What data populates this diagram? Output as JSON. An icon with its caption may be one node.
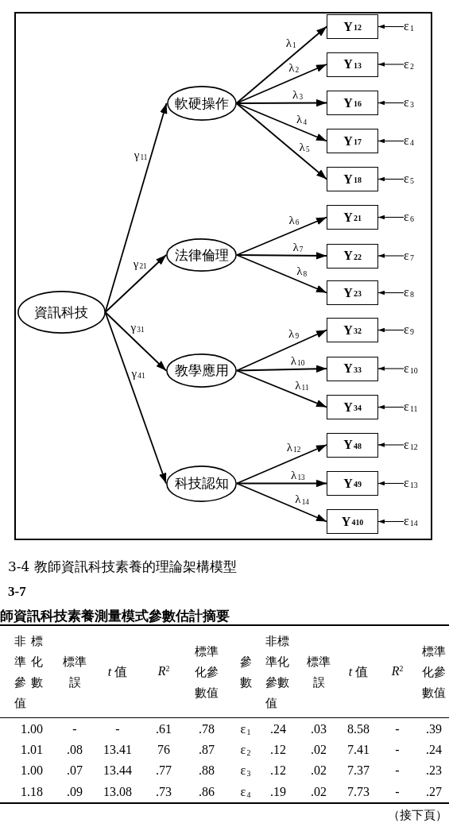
{
  "diagram": {
    "caption": "3-4 教師資訊科技素養的理論架構模型",
    "nodes": [
      {
        "text": [
          "資訊科技"
        ]
      },
      {
        "text": [
          "軟硬操作"
        ]
      },
      {
        "text": [
          "法律倫理"
        ]
      },
      {
        "text": [
          "教學應用"
        ]
      },
      {
        "text": [
          "科技認知"
        ]
      },
      {
        "text": [
          "Y$_{12}$"
        ]
      },
      {
        "text": [
          "Y$_{13}$"
        ]
      },
      {
        "text": [
          "Y$_{16}$"
        ]
      },
      {
        "text": [
          "Y$_{17}$"
        ]
      },
      {
        "text": [
          "Y$_{18}$"
        ]
      },
      {
        "text": [
          "Y$_{21}$"
        ]
      },
      {
        "text": [
          "Y$_{22}$"
        ]
      },
      {
        "text": [
          "Y$_{23}$"
        ]
      },
      {
        "text": [
          "Y$_{32}$"
        ]
      },
      {
        "text": [
          "Y$_{33}$"
        ]
      },
      {
        "text": [
          "Y$_{34}$"
        ]
      },
      {
        "text": [
          "Y$_{48}$"
        ]
      },
      {
        "text": [
          "Y$_{49}$"
        ]
      },
      {
        "text": [
          "Y$_{410}$"
        ]
      },
      {
        "text": [
          "ε$_{1}$"
        ]
      },
      {
        "text": [
          "ε$_{2}$"
        ]
      },
      {
        "text": [
          "ε$_{3}$"
        ]
      },
      {
        "text": [
          "ε$_{4}$"
        ]
      },
      {
        "text": [
          "ε$_{5}$"
        ]
      },
      {
        "text": [
          "ε$_{6}$"
        ]
      },
      {
        "text": [
          "ε$_{7}$"
        ]
      },
      {
        "text": [
          "ε$_{8}$"
        ]
      },
      {
        "text": [
          "ε$_{9}$"
        ]
      },
      {
        "text": [
          "ε$_{10}$"
        ]
      },
      {
        "text": [
          "ε$_{11}$"
        ]
      },
      {
        "text": [
          "ε$_{12}$"
        ]
      },
      {
        "text": [
          "ε$_{13}$"
        ]
      },
      {
        "text": [
          "ε$_{14}$"
        ]
      }
    ],
    "edges": [
      {
        "from": 0,
        "to": 1,
        "arrow": "to",
        "label": "γ$_{11}$"
      },
      {
        "from": 0,
        "to": 2,
        "arrow": "to",
        "label": "γ$_{21}$"
      },
      {
        "from": 0,
        "to": 3,
        "arrow": "to",
        "label": "γ$_{31}$"
      },
      {
        "from": 0,
        "to": 4,
        "arrow": "to",
        "label": "γ$_{41}$"
      },
      {
        "from": 1,
        "to": 5,
        "arrow": "to",
        "label": "λ$_{1}$"
      },
      {
        "from": 1,
        "to": 6,
        "arrow": "to",
        "label": "λ$_{2}$"
      },
      {
        "from": 1,
        "to": 7,
        "arrow": "to",
        "label": "λ$_{3}$"
      },
      {
        "from": 1,
        "to": 8,
        "arrow": "to",
        "label": "λ$_{4}$"
      },
      {
        "from": 1,
        "to": 9,
        "arrow": "to",
        "label": "λ$_{5}$"
      },
      {
        "from": 2,
        "to": 10,
        "arrow": "to",
        "label": "λ$_{6}$"
      },
      {
        "from": 2,
        "to": 11,
        "arrow": "to",
        "label": "λ$_{7}$"
      },
      {
        "from": 2,
        "to": 12,
        "arrow": "to",
        "label": "λ$_{8}$"
      },
      {
        "from": 3,
        "to": 13,
        "arrow": "to",
        "label": "λ$_{9}$"
      },
      {
        "from": 3,
        "to": 14,
        "arrow": "to",
        "label": "λ$_{10}$"
      },
      {
        "from": 3,
        "to": 15,
        "arrow": "to",
        "label": "λ$_{11}$"
      },
      {
        "from": 4,
        "to": 16,
        "arrow": "to",
        "label": "λ$_{12}$"
      },
      {
        "from": 4,
        "to": 17,
        "arrow": "to",
        "label": "λ$_{13}$"
      },
      {
        "from": 4,
        "to": 18,
        "arrow": "to",
        "label": "λ$_{14}$"
      },
      {
        "from": 19,
        "to": 5,
        "arrow": "to"
      },
      {
        "from": 20,
        "to": 6,
        "arrow": "to"
      },
      {
        "from": 21,
        "to": 7,
        "arrow": "to"
      },
      {
        "from": 22,
        "to": 8,
        "arrow": "to"
      },
      {
        "from": 23,
        "to": 9,
        "arrow": "to"
      },
      {
        "from": 24,
        "to": 10,
        "arrow": "to"
      },
      {
        "from": 25,
        "to": 11,
        "arrow": "to"
      },
      {
        "from": 26,
        "to": 12,
        "arrow": "to"
      },
      {
        "from": 27,
        "to": 13,
        "arrow": "to"
      },
      {
        "from": 28,
        "to": 14,
        "arrow": "to"
      },
      {
        "from": 29,
        "to": 15,
        "arrow": "to"
      },
      {
        "from": 30,
        "to": 16,
        "arrow": "to"
      },
      {
        "from": 31,
        "to": 17,
        "arrow": "to"
      },
      {
        "from": 32,
        "to": 18,
        "arrow": "to"
      }
    ],
    "labels": [
      "3-7",
      "師資訊科技素養測量模式參數估計摘要",
      "非標準化參數值",
      "標準誤",
      "*t* 值",
      "*R*$^{2}$",
      "標準化參數值",
      "參數",
      "非標準化參數值",
      "標準誤",
      "*t* 值",
      "*R*$^{2}$",
      "標準化參數值",
      "1.00",
      "-",
      "-",
      ".61",
      ".78",
      "ε$_{1}$",
      ".24",
      ".03",
      "8.58",
      "-",
      ".39",
      "1.01",
      ".08",
      "13.41",
      "76",
      ".87",
      "ε$_{2}$",
      ".12",
      ".02",
      "7.41",
      "-",
      ".24",
      "1.00",
      ".07",
      "13.44",
      ".77",
      ".88",
      "ε$_{3}$",
      ".12",
      ".02",
      "7.37",
      "-",
      ".23",
      "1.18",
      ".09",
      "13.08",
      ".73",
      ".86",
      "ε$_{4}$",
      ".19",
      ".02",
      "7.73",
      "-",
      ".27",
      "（接下頁）"
    ]
  }
}
